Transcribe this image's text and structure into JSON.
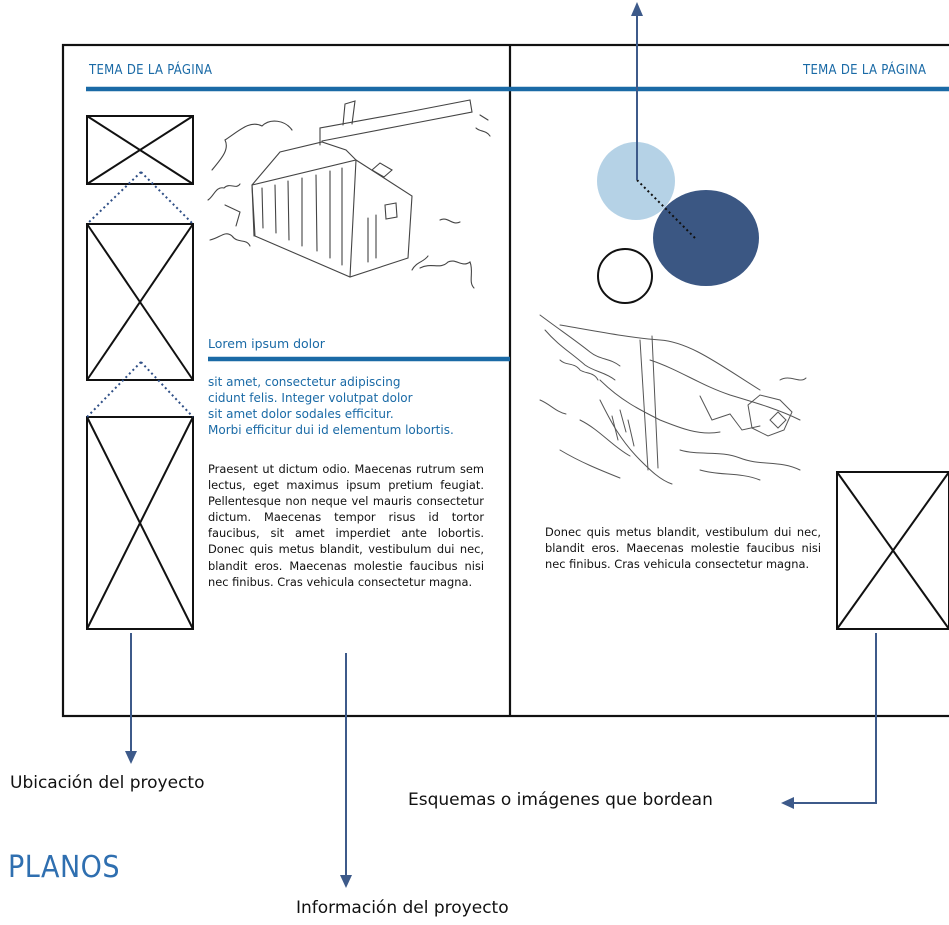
{
  "spread": {
    "left_header": "TEMA DE LA PÁGINA",
    "right_header": "TEMA DE LA PÁGINA",
    "subtitle": "Lorem ipsum dolor",
    "intro_lines": [
      "sit amet, consectetur adipiscing",
      "cidunt felis. Integer volutpat dolor",
      "sit amet dolor sodales efficitur.",
      "Morbi efficitur dui id elementum lobortis."
    ],
    "body_text": "Praesent ut dictum odio. Maecenas rutrum sem lectus, eget maximus ipsum pretium feugiat. Pellentesque non neque vel mauris consectetur dictum. Maecenas tempor risus id tortor faucibus, sit amet imperdiet ante lobortis. Donec quis metus blandit, vestibulum dui nec, blandit eros. Maecenas molestie faucibus nisi nec finibus. Cras vehicula consectetur magna.",
    "right_text": "Donec quis metus blandit, vestibulum dui nec, blandit eros. Maecenas molestie faucibus nisi nec finibus. Cras vehicula consectetur magna."
  },
  "annotations": {
    "location": "Ubicación del proyecto",
    "schemes": "Esquemas o imágenes que bordean",
    "info": "Información del proyecto"
  },
  "section_title": "PLANOS",
  "colors": {
    "accent_blue": "#1a6aa6",
    "arrow_blue": "#3d5a8a",
    "circle_light": "#b5d2e6",
    "circle_dark": "#3b5783",
    "title_blue": "#2f6fb0"
  },
  "icons": [
    "image-placeholder-icon",
    "arrow-icon",
    "sketch-drawing"
  ]
}
